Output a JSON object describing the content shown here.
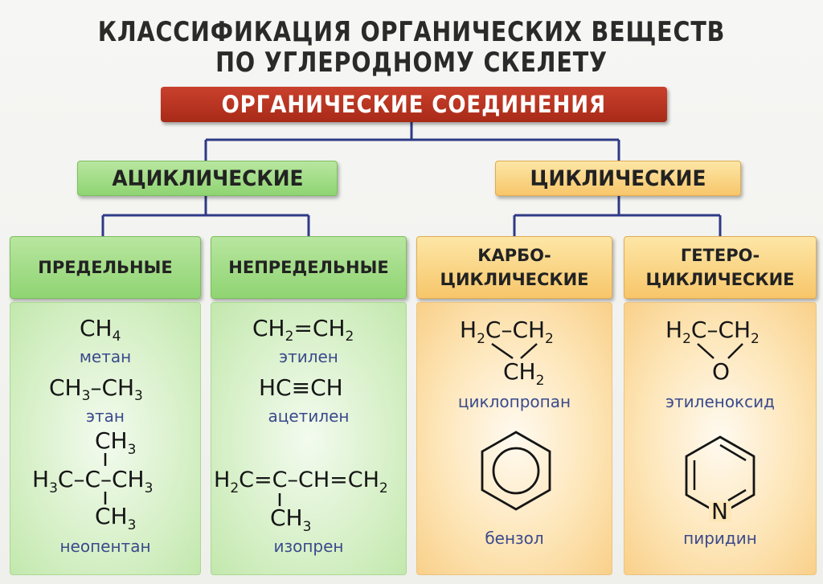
{
  "title": {
    "line1": "КЛАССИФИКАЦИЯ ОРГАНИЧЕСКИХ ВЕЩЕСТВ",
    "line2": "ПО УГЛЕРОДНОМУ СКЕЛЕТУ"
  },
  "root": {
    "label": "ОРГАНИЧЕСКИЕ СОЕДИНЕНИЯ",
    "color": "#b5331f"
  },
  "level1": {
    "acyclic": {
      "label": "АЦИКЛИЧЕСКИЕ",
      "color": "#9ad97e"
    },
    "cyclic": {
      "label": "ЦИКЛИЧЕСКИЕ",
      "color": "#f9cf7a"
    }
  },
  "level2": {
    "saturated": {
      "label": "ПРЕДЕЛЬНЫЕ"
    },
    "unsaturated": {
      "label": "НЕПРЕДЕЛЬНЫЕ"
    },
    "carbocyclic": {
      "line1": "КАРБО-",
      "line2": "ЦИКЛИЧЕСКИЕ"
    },
    "heterocyclic": {
      "line1": "ГЕТЕРО-",
      "line2": "ЦИКЛИЧЕСКИЕ"
    }
  },
  "compounds": {
    "methane": {
      "name": "метан"
    },
    "ethane": {
      "name": "этан"
    },
    "neopentane": {
      "name": "неопентан"
    },
    "ethylene": {
      "name": "этилен"
    },
    "acetylene": {
      "name": "ацетилен"
    },
    "isoprene": {
      "name": "изопрен"
    },
    "cyclopropane": {
      "name": "циклопропан"
    },
    "benzene": {
      "name": "бензол"
    },
    "ethylene_oxide": {
      "name": "этиленоксид"
    },
    "pyridine": {
      "name": "пиридин",
      "heteroatom": "N"
    }
  },
  "colors": {
    "connector": "#2e3a86",
    "name_text": "#3b4a8c"
  }
}
